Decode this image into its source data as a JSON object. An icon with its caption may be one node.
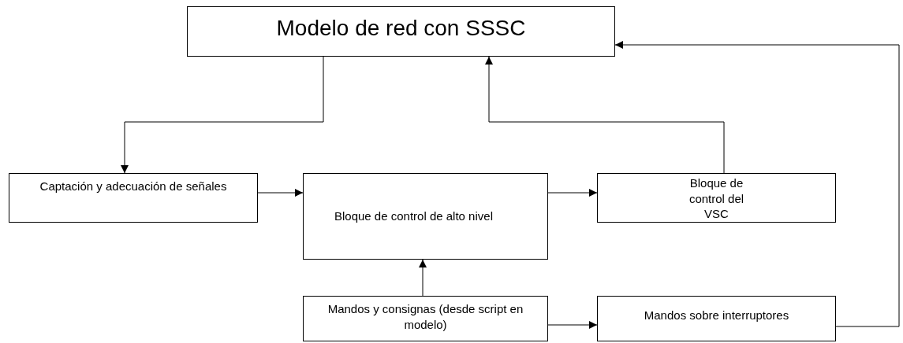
{
  "diagram": {
    "nodes": [
      {
        "text": [
          "Modelo de red con SSSC"
        ]
      },
      {
        "text": [
          "Captación y adecuación de señales"
        ]
      },
      {
        "text": [
          "Bloque de control de alto nivel"
        ]
      },
      {
        "text": [
          "Bloque de control del VSC"
        ]
      },
      {
        "text": [
          "Mandos y consignas (desde script en modelo)"
        ]
      },
      {
        "text": [
          "Mandos sobre interruptores"
        ]
      }
    ],
    "edges": [
      {
        "from": 0,
        "to": 1,
        "arrow": "to"
      },
      {
        "from": 1,
        "to": 2,
        "arrow": "to"
      },
      {
        "from": 2,
        "to": 3,
        "arrow": "to"
      },
      {
        "from": 3,
        "to": 0,
        "arrow": "to"
      },
      {
        "from": 4,
        "to": 2,
        "arrow": "to"
      },
      {
        "from": 4,
        "to": 5,
        "arrow": "to"
      },
      {
        "from": 5,
        "to": 0,
        "arrow": "to"
      }
    ]
  }
}
